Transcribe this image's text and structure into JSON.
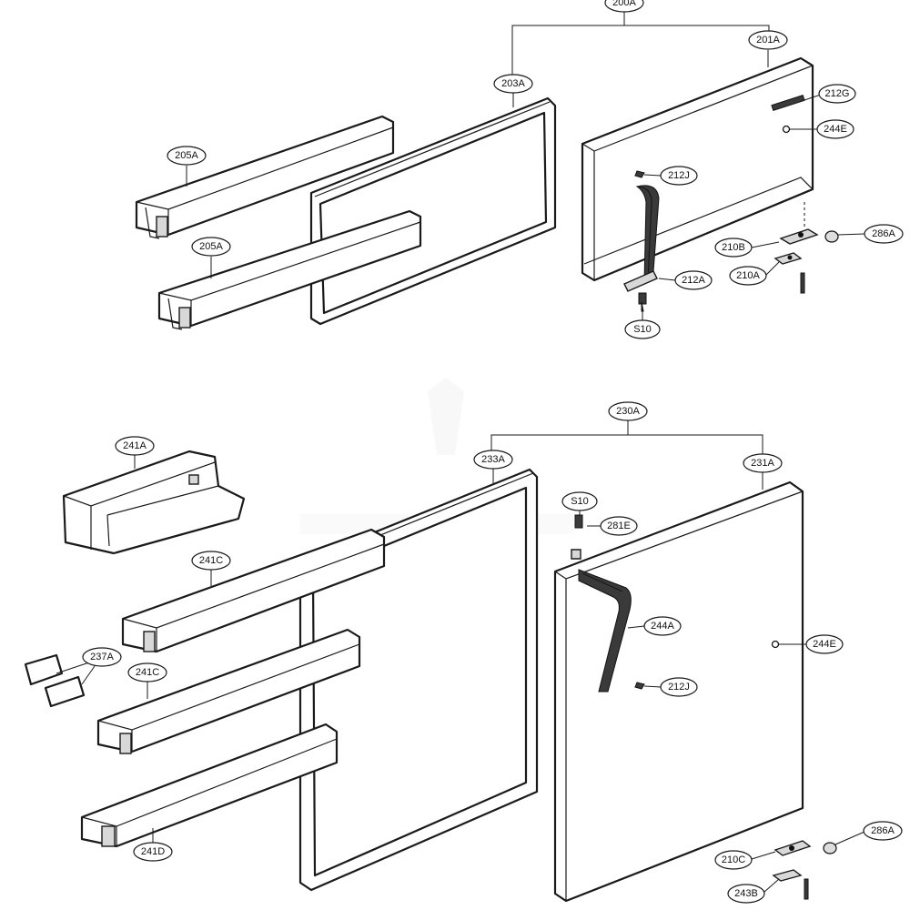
{
  "callouts": {
    "c200A": "200A",
    "c201A": "201A",
    "c203A": "203A",
    "c205A_top": "205A",
    "c205A_bottom": "205A",
    "c212G": "212G",
    "c244E_top": "244E",
    "c212J_top": "212J",
    "c286A_top": "286A",
    "c210B": "210B",
    "c210A": "210A",
    "c212A": "212A",
    "c S10_top": "S10",
    "cS10_top": "S10",
    "c230A": "230A",
    "c231A": "231A",
    "c233A": "233A",
    "c241A": "241A",
    "c241C_top": "241C",
    "c241C_bottom": "241C",
    "c237A": "237A",
    "c241D": "241D",
    "cS10_bottom": "S10",
    "c281E": "281E",
    "c244A": "244A",
    "c244E_bottom": "244E",
    "c212J_bottom": "212J",
    "c286A_bottom": "286A",
    "c210C": "210C",
    "c243B": "243B"
  }
}
